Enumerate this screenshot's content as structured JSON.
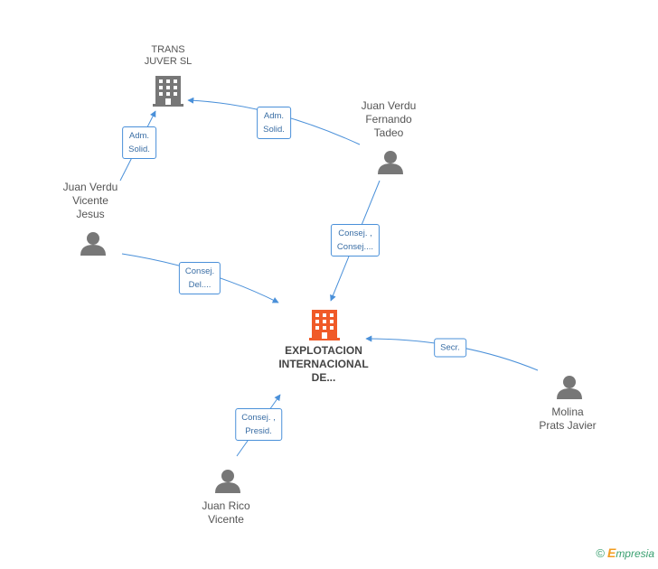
{
  "nodes": {
    "trans_juver": {
      "label_lines": [
        "TRANS",
        "JUVER SL"
      ]
    },
    "juan_verdu_fernando": {
      "label_lines": [
        "Juan Verdu",
        "Fernando",
        "Tadeo"
      ]
    },
    "juan_verdu_vicente": {
      "label_lines": [
        "Juan Verdu",
        "Vicente",
        "Jesus"
      ]
    },
    "explotacion": {
      "label_lines": [
        "EXPLOTACION",
        "INTERNACIONAL",
        "DE..."
      ]
    },
    "molina": {
      "label_lines": [
        "Molina",
        "Prats Javier"
      ]
    },
    "juan_rico": {
      "label_lines": [
        "Juan Rico",
        "Vicente"
      ]
    }
  },
  "edges": {
    "vicente_to_trans": {
      "lines": [
        "Adm.",
        "Solid."
      ]
    },
    "fernando_to_trans": {
      "lines": [
        "Adm.",
        "Solid."
      ]
    },
    "fernando_to_main": {
      "lines": [
        "Consej. ,",
        "Consej...."
      ]
    },
    "vicente_to_main": {
      "lines": [
        "Consej.",
        "Del...."
      ]
    },
    "molina_to_main": {
      "lines": [
        "Secr."
      ]
    },
    "rico_to_main": {
      "lines": [
        "Consej. ,",
        "Presid."
      ]
    }
  },
  "colors": {
    "edge": "#4a90d9",
    "person_icon": "#777777",
    "company_icon": "#777777",
    "main_company_icon": "#f05a28"
  },
  "icons": {
    "person": "person-icon",
    "company": "building-icon"
  },
  "watermark": {
    "symbol": "©",
    "brand_initial": "E",
    "brand_rest": "mpresia"
  }
}
